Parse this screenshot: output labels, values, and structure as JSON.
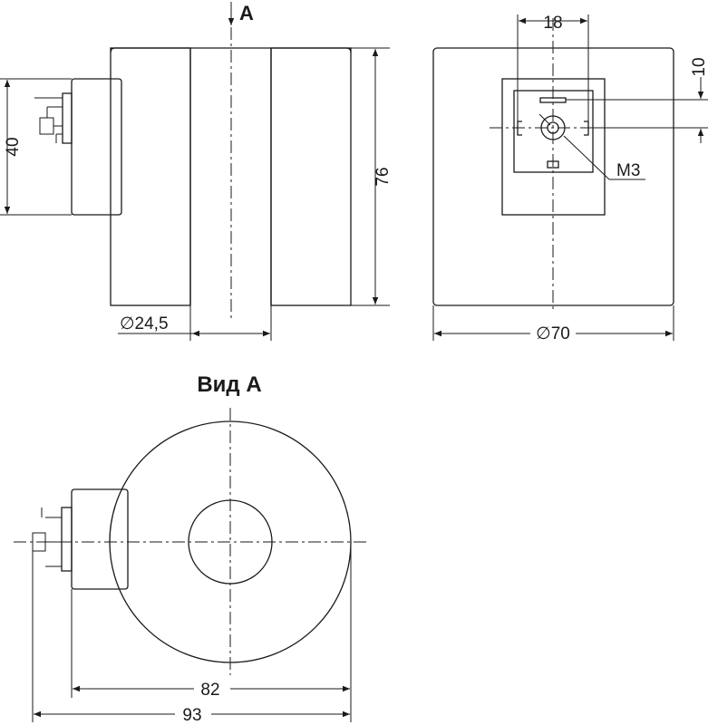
{
  "side_view": {
    "view_marker": "A",
    "bore_diameter": "∅24,5",
    "connector_height": "40",
    "height": "76"
  },
  "front_view": {
    "pin_spacing": "18",
    "pin_offset": "10",
    "thread": "M3",
    "diameter": "∅70"
  },
  "view_a": {
    "title": "Вид А",
    "body_width": "82",
    "overall_width": "93"
  }
}
